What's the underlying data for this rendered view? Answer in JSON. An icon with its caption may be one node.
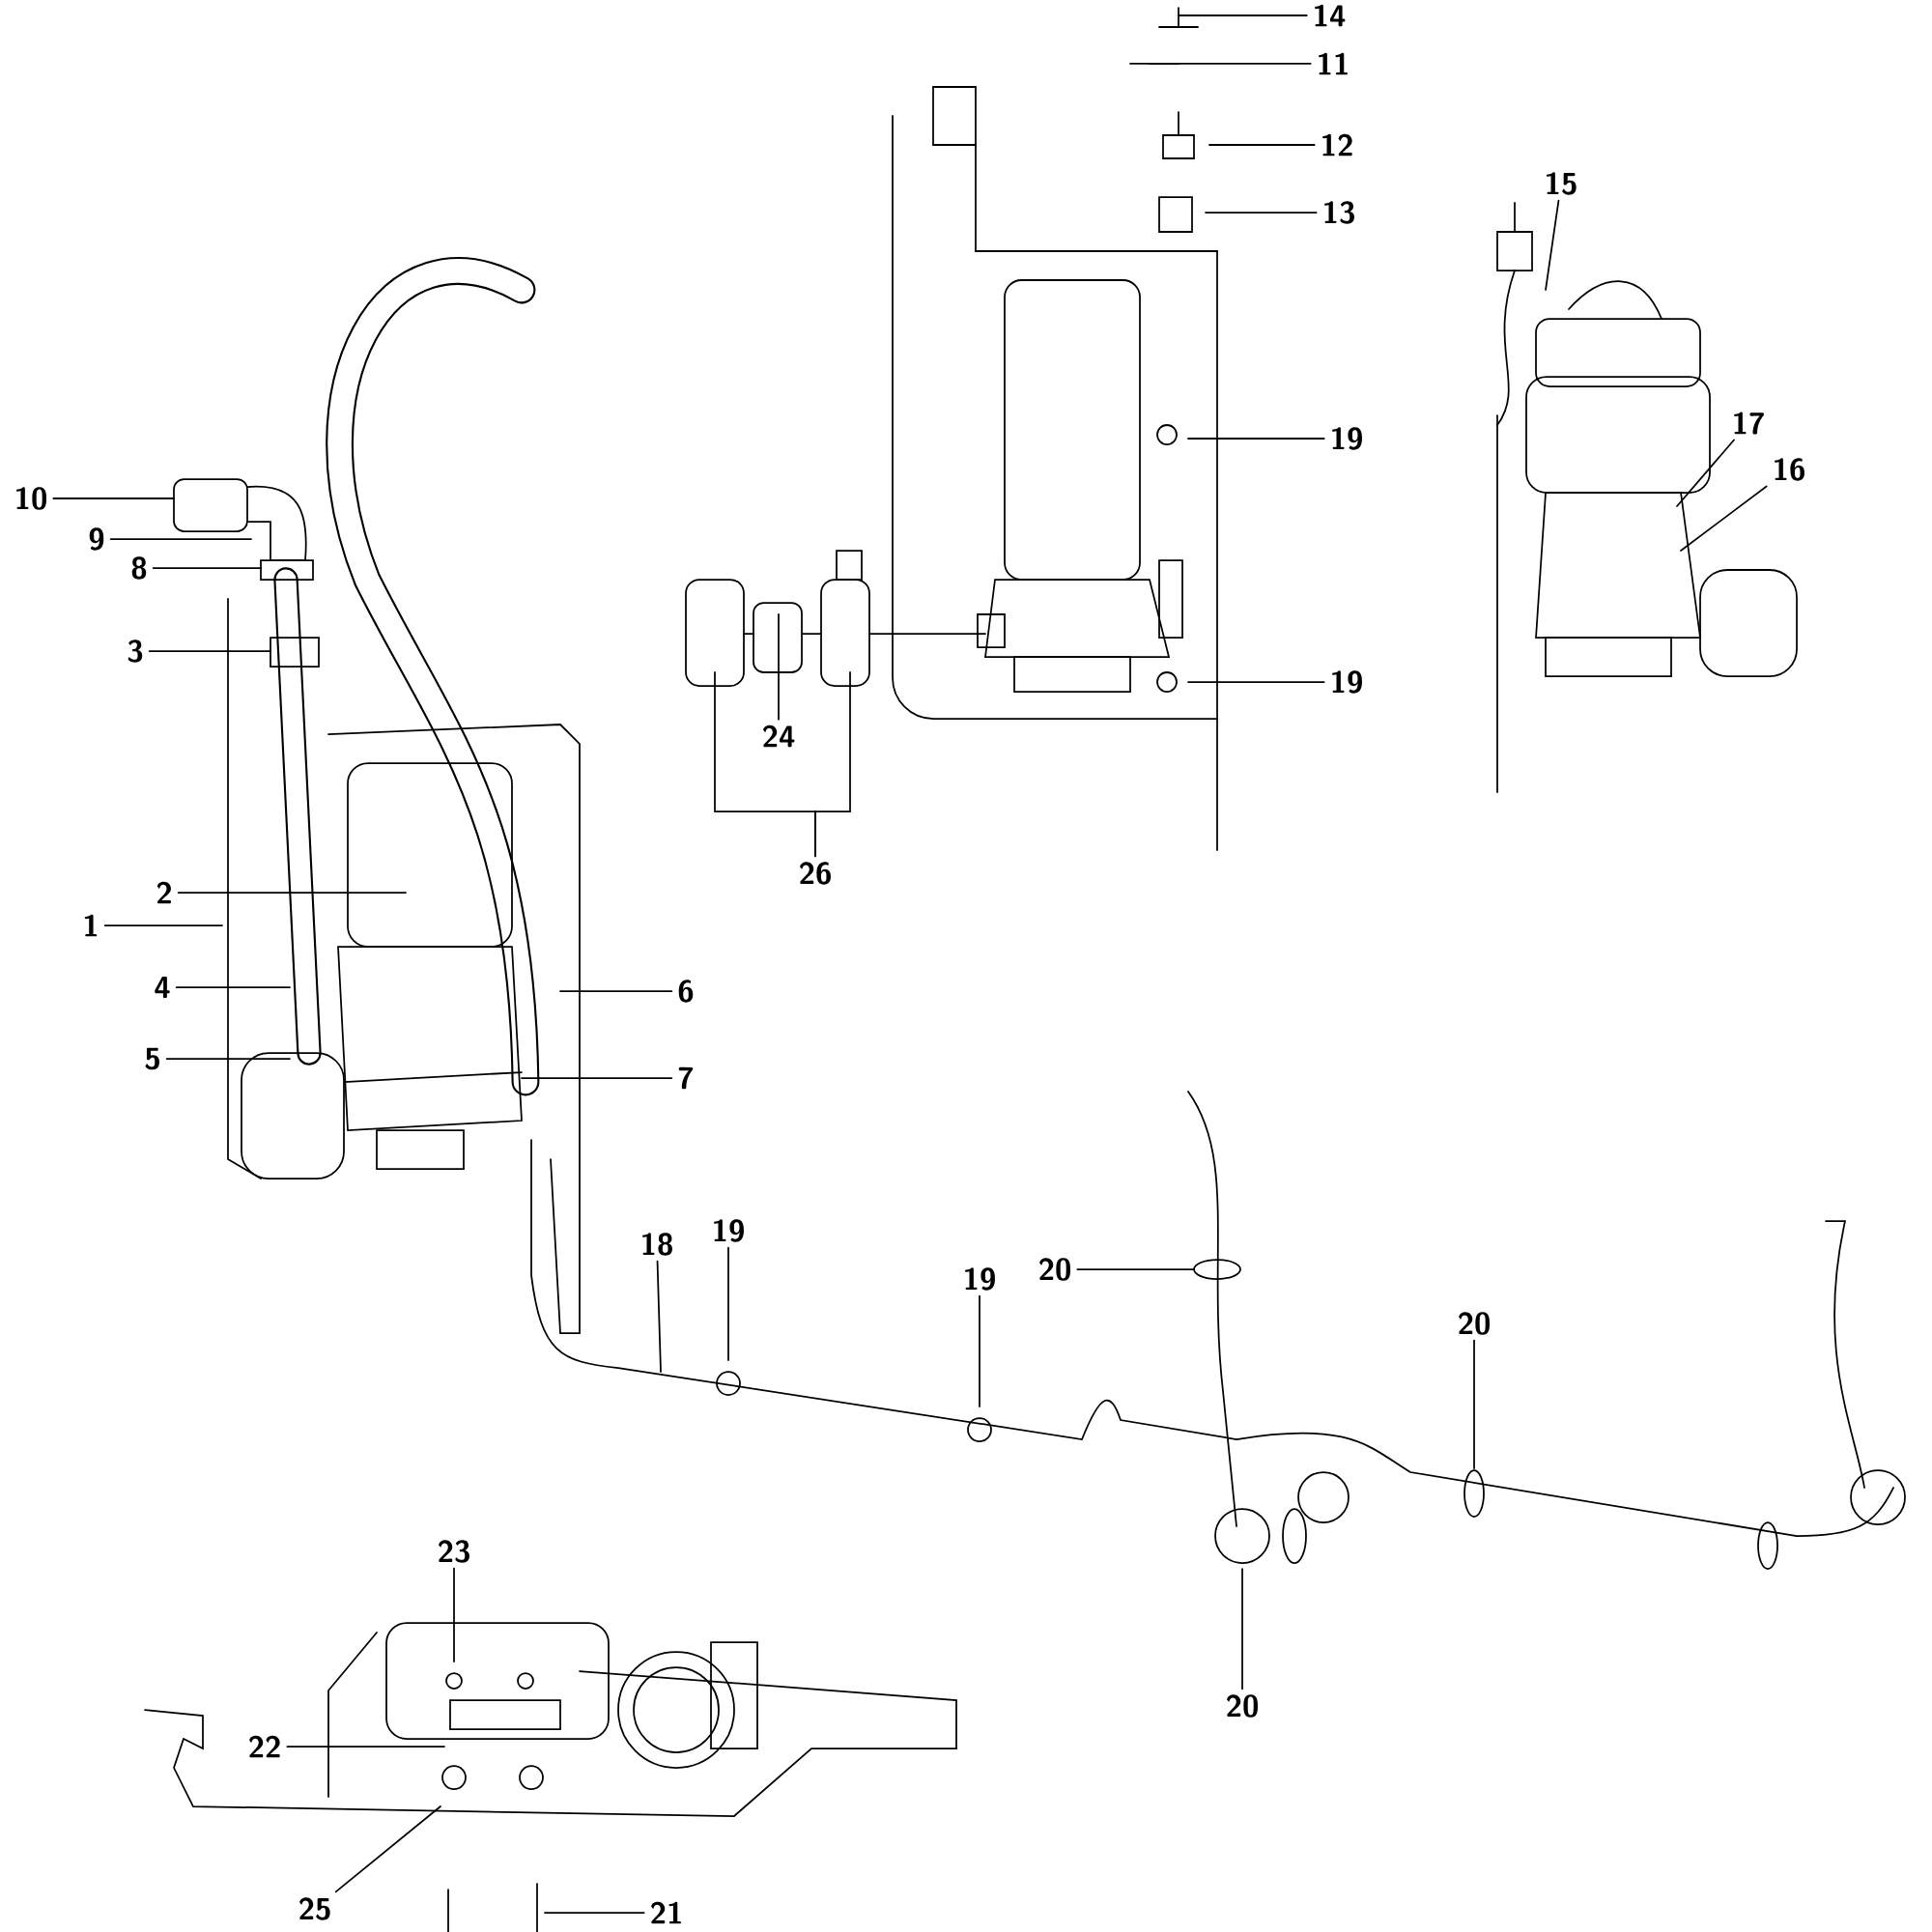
{
  "diagram": {
    "nodes": [
      {
        "text": [
          "14"
        ]
      },
      {
        "text": [
          "11"
        ]
      },
      {
        "text": [
          "12"
        ]
      },
      {
        "text": [
          "13"
        ]
      },
      {
        "text": [
          "15"
        ]
      },
      {
        "text": [
          "19"
        ]
      },
      {
        "text": [
          "17"
        ]
      },
      {
        "text": [
          "16"
        ]
      },
      {
        "text": [
          "10"
        ]
      },
      {
        "text": [
          "9"
        ]
      },
      {
        "text": [
          "8"
        ]
      },
      {
        "text": [
          "3"
        ]
      },
      {
        "text": [
          "19"
        ]
      },
      {
        "text": [
          "24"
        ]
      },
      {
        "text": [
          "26"
        ]
      },
      {
        "text": [
          "2"
        ]
      },
      {
        "text": [
          "1"
        ]
      },
      {
        "text": [
          "4"
        ]
      },
      {
        "text": [
          "6"
        ]
      },
      {
        "text": [
          "5"
        ]
      },
      {
        "text": [
          "7"
        ]
      },
      {
        "text": [
          "19"
        ]
      },
      {
        "text": [
          "18"
        ]
      },
      {
        "text": [
          "20"
        ]
      },
      {
        "text": [
          "19"
        ]
      },
      {
        "text": [
          "20"
        ]
      },
      {
        "text": [
          "23"
        ]
      },
      {
        "text": [
          "20"
        ]
      },
      {
        "text": [
          "22"
        ]
      },
      {
        "text": [
          "25"
        ]
      },
      {
        "text": [
          "21"
        ]
      }
    ],
    "edges": [
      {
        "from": 0,
        "to": null,
        "arrow": "none"
      },
      {
        "from": 1,
        "to": null,
        "arrow": "none"
      },
      {
        "from": 2,
        "to": null,
        "arrow": "none"
      },
      {
        "from": 3,
        "to": null,
        "arrow": "none"
      },
      {
        "from": 4,
        "to": null,
        "arrow": "none"
      },
      {
        "from": 5,
        "to": null,
        "arrow": "none"
      },
      {
        "from": 6,
        "to": null,
        "arrow": "none"
      },
      {
        "from": 7,
        "to": null,
        "arrow": "none"
      },
      {
        "from": 8,
        "to": null,
        "arrow": "none"
      },
      {
        "from": 9,
        "to": null,
        "arrow": "none"
      },
      {
        "from": 10,
        "to": null,
        "arrow": "none"
      },
      {
        "from": 11,
        "to": null,
        "arrow": "none"
      },
      {
        "from": 12,
        "to": null,
        "arrow": "none"
      },
      {
        "from": 13,
        "to": null,
        "arrow": "none"
      },
      {
        "from": 14,
        "to": null,
        "arrow": "none"
      },
      {
        "from": 14,
        "to": null,
        "arrow": "none"
      },
      {
        "from": 15,
        "to": null,
        "arrow": "none"
      },
      {
        "from": 16,
        "to": null,
        "arrow": "none"
      },
      {
        "from": 17,
        "to": null,
        "arrow": "none"
      },
      {
        "from": 18,
        "to": null,
        "arrow": "none"
      },
      {
        "from": 19,
        "to": null,
        "arrow": "none"
      },
      {
        "from": 20,
        "to": null,
        "arrow": "none"
      },
      {
        "from": 21,
        "to": null,
        "arrow": "none"
      },
      {
        "from": 22,
        "to": null,
        "arrow": "none"
      },
      {
        "from": 23,
        "to": null,
        "arrow": "none"
      },
      {
        "from": 24,
        "to": null,
        "arrow": "none"
      },
      {
        "from": 25,
        "to": null,
        "arrow": "none"
      },
      {
        "from": 26,
        "to": null,
        "arrow": "none"
      },
      {
        "from": 27,
        "to": null,
        "arrow": "none"
      },
      {
        "from": 28,
        "to": null,
        "arrow": "none"
      },
      {
        "from": 29,
        "to": null,
        "arrow": "none"
      },
      {
        "from": 30,
        "to": null,
        "arrow": "none"
      }
    ]
  }
}
